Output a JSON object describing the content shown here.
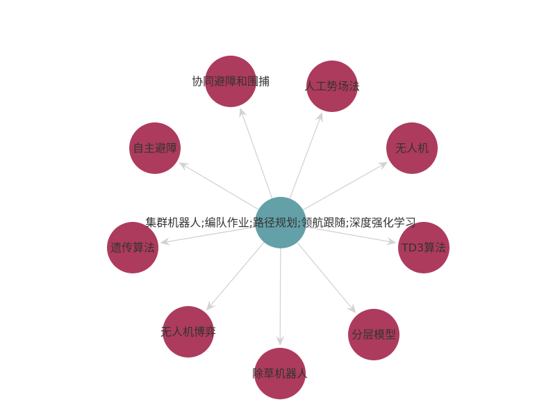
{
  "colors": {
    "center_node": "#64a0a8",
    "leaf_node": "#ad3b5d",
    "edge": "#d3d3d3",
    "label": "#333333"
  },
  "graph": {
    "center": {
      "id": "center",
      "label": "集群机器人;编队作业;路径规划;领航跟随;深度强化学习"
    },
    "nodes": [
      {
        "id": "n1",
        "label": "协同避障和围捕"
      },
      {
        "id": "n2",
        "label": "人工势场法"
      },
      {
        "id": "n3",
        "label": "自主避障"
      },
      {
        "id": "n4",
        "label": "无人机"
      },
      {
        "id": "n5",
        "label": "遗传算法"
      },
      {
        "id": "n6",
        "label": "TD3算法"
      },
      {
        "id": "n7",
        "label": "无人机博弈"
      },
      {
        "id": "n8",
        "label": "分层模型"
      },
      {
        "id": "n9",
        "label": "除草机器人"
      }
    ],
    "edges": [
      {
        "source": "center",
        "target": "n1"
      },
      {
        "source": "center",
        "target": "n2"
      },
      {
        "source": "center",
        "target": "n3"
      },
      {
        "source": "center",
        "target": "n4"
      },
      {
        "source": "center",
        "target": "n5"
      },
      {
        "source": "center",
        "target": "n6"
      },
      {
        "source": "center",
        "target": "n7"
      },
      {
        "source": "center",
        "target": "n8"
      },
      {
        "source": "center",
        "target": "n9"
      }
    ]
  }
}
